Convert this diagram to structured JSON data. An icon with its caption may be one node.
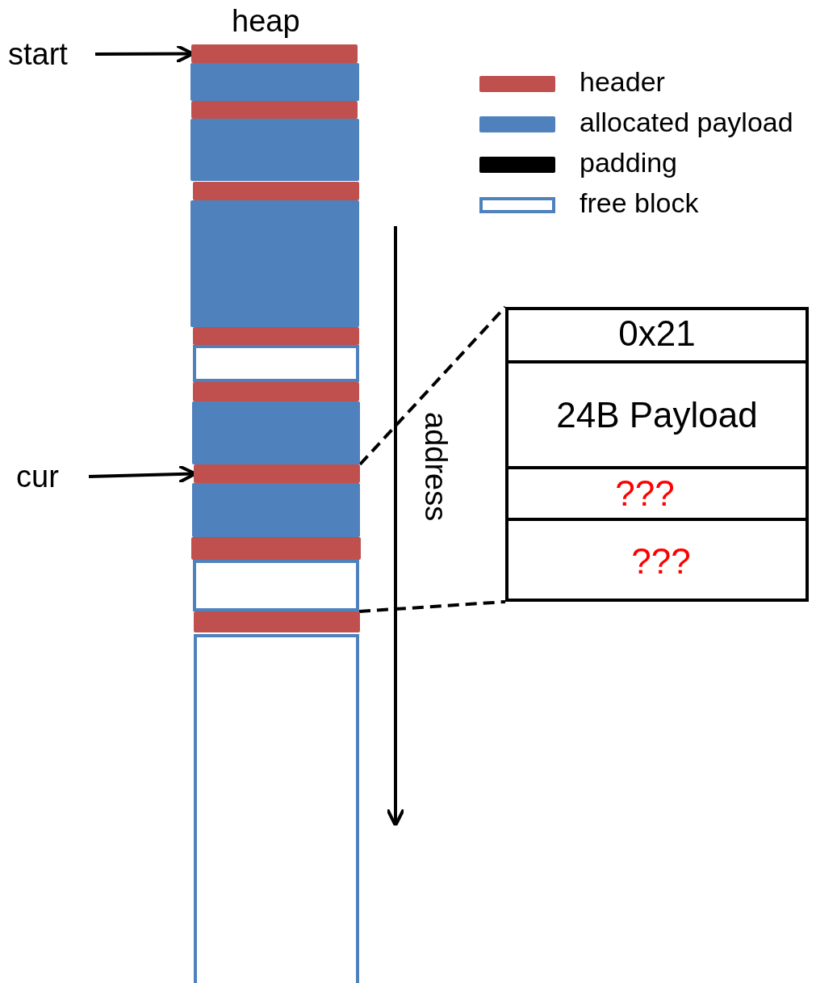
{
  "diagram": {
    "nodes": [
      {
        "text": [
          "start"
        ]
      },
      {
        "text": [
          "cur"
        ]
      },
      {
        "text": [
          "heap"
        ]
      },
      {
        "text": [],
        "shape": "bar",
        "in": 2
      },
      {
        "text": [],
        "shape": "bar",
        "in": 2
      },
      {
        "text": [],
        "shape": "bar",
        "in": 2
      },
      {
        "text": [],
        "shape": "bar",
        "in": 2
      },
      {
        "text": [],
        "shape": "bar",
        "in": 2
      },
      {
        "text": [],
        "shape": "bar",
        "in": 2
      },
      {
        "text": [],
        "shape": "bar",
        "in": 2
      },
      {
        "text": [],
        "shape": "box",
        "in": 2
      },
      {
        "text": [],
        "shape": "bar",
        "in": 2
      },
      {
        "text": [],
        "shape": "bar",
        "in": 2
      },
      {
        "text": [],
        "shape": "bar",
        "in": 2
      },
      {
        "text": [],
        "shape": "bar",
        "in": 2
      },
      {
        "text": [],
        "shape": "bar",
        "in": 2
      },
      {
        "text": [],
        "shape": "box",
        "in": 2
      },
      {
        "text": [],
        "shape": "bar",
        "in": 2
      },
      {
        "text": [],
        "shape": "box",
        "in": 2
      },
      {
        "text": [],
        "shape": "box"
      },
      {
        "text": [
          "0x21"
        ],
        "in": 19
      },
      {
        "text": [
          "24B Payload"
        ],
        "in": 19
      },
      {
        "text": [
          "???"
        ],
        "in": 19
      },
      {
        "text": [
          "???"
        ],
        "in": 19
      }
    ],
    "edges": [
      {
        "from": 0,
        "to": 3,
        "arrow": "to"
      },
      {
        "from": 1,
        "to": 13,
        "arrow": "to"
      },
      {
        "from": 13,
        "to": 19,
        "arrow": "none",
        "style": "dashed"
      },
      {
        "from": 16,
        "to": 19,
        "arrow": "none",
        "style": "dashed"
      }
    ],
    "labels": [
      "address"
    ],
    "legend": [
      {
        "text": "header",
        "color": "#c0504d"
      },
      {
        "text": "allocated payload",
        "color": "#4f81bd"
      },
      {
        "text": "padding",
        "color": "#000000"
      },
      {
        "text": "free block"
      }
    ]
  }
}
